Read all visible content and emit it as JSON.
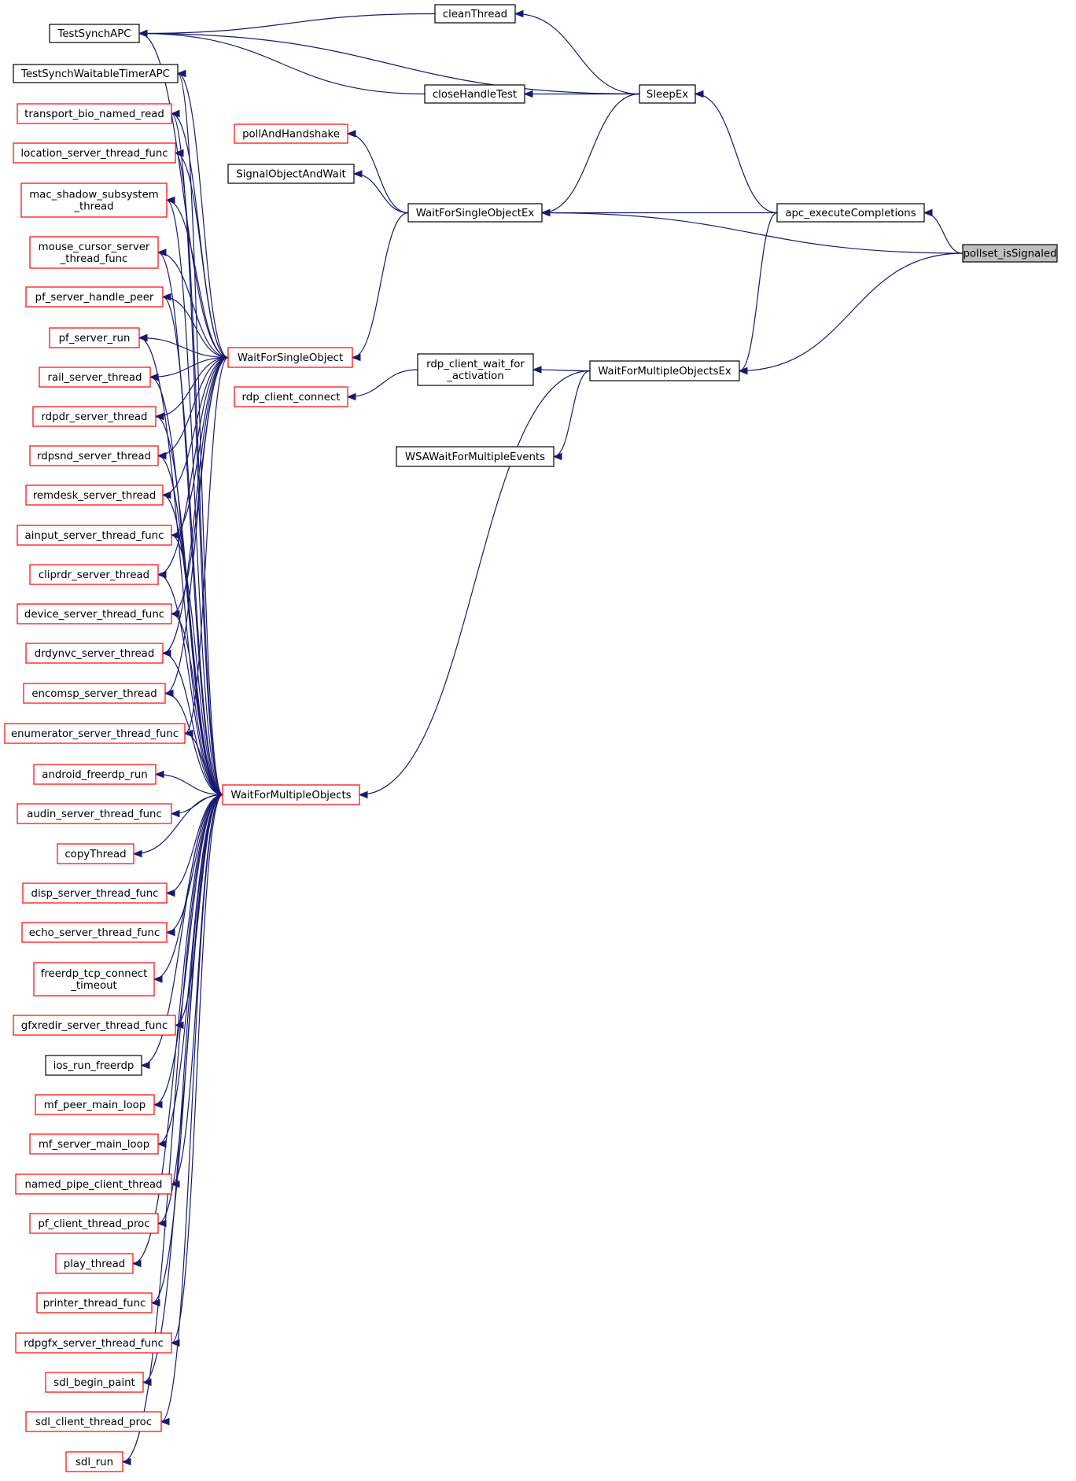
{
  "colors": {
    "edge": "#191970",
    "border_documented": "#000000",
    "border_undocumented": "#ff0000",
    "highlight_fill": "#bfbfbf",
    "node_fill": "#ffffff"
  },
  "nodes": [
    {
      "id": "pollset_isSignaled",
      "label": "pollset_isSignaled",
      "style": "highlight"
    },
    {
      "id": "apc_executeCompletions",
      "label": "apc_executeCompletions",
      "style": "black"
    },
    {
      "id": "SleepEx",
      "label": "SleepEx",
      "style": "black"
    },
    {
      "id": "cleanThread",
      "label": "cleanThread",
      "style": "black"
    },
    {
      "id": "closeHandleTest",
      "label": "closeHandleTest",
      "style": "black"
    },
    {
      "id": "TestSynchAPC",
      "label": "TestSynchAPC",
      "style": "black"
    },
    {
      "id": "TestSynchWaitableTimerAPC",
      "label": "TestSynchWaitableTimerAPC",
      "style": "black"
    },
    {
      "id": "WaitForSingleObjectEx",
      "label": "WaitForSingleObjectEx",
      "style": "black"
    },
    {
      "id": "pollAndHandshake",
      "label": "pollAndHandshake",
      "style": "red"
    },
    {
      "id": "SignalObjectAndWait",
      "label": "SignalObjectAndWait",
      "style": "black"
    },
    {
      "id": "WaitForSingleObject",
      "label": "WaitForSingleObject",
      "style": "red"
    },
    {
      "id": "WaitForMultipleObjectsEx",
      "label": "WaitForMultipleObjectsEx",
      "style": "black"
    },
    {
      "id": "rdp_client_wait_for_activation",
      "label": "rdp_client_wait_for\n_activation",
      "style": "black"
    },
    {
      "id": "rdp_client_connect",
      "label": "rdp_client_connect",
      "style": "red"
    },
    {
      "id": "WSAWaitForMultipleEvents",
      "label": "WSAWaitForMultipleEvents",
      "style": "black"
    },
    {
      "id": "WaitForMultipleObjects",
      "label": "WaitForMultipleObjects",
      "style": "red"
    },
    {
      "id": "transport_bio_named_read",
      "label": "transport_bio_named_read",
      "style": "red"
    },
    {
      "id": "location_server_thread_func",
      "label": "location_server_thread_func",
      "style": "red"
    },
    {
      "id": "mac_shadow_subsystem_thread",
      "label": "mac_shadow_subsystem\n_thread",
      "style": "red"
    },
    {
      "id": "mouse_cursor_server_thread_func",
      "label": "mouse_cursor_server\n_thread_func",
      "style": "red"
    },
    {
      "id": "pf_server_handle_peer",
      "label": "pf_server_handle_peer",
      "style": "red"
    },
    {
      "id": "pf_server_run",
      "label": "pf_server_run",
      "style": "red"
    },
    {
      "id": "rail_server_thread",
      "label": "rail_server_thread",
      "style": "red"
    },
    {
      "id": "rdpdr_server_thread",
      "label": "rdpdr_server_thread",
      "style": "red"
    },
    {
      "id": "rdpsnd_server_thread",
      "label": "rdpsnd_server_thread",
      "style": "red"
    },
    {
      "id": "remdesk_server_thread",
      "label": "remdesk_server_thread",
      "style": "red"
    },
    {
      "id": "ainput_server_thread_func",
      "label": "ainput_server_thread_func",
      "style": "red"
    },
    {
      "id": "cliprdr_server_thread",
      "label": "cliprdr_server_thread",
      "style": "red"
    },
    {
      "id": "device_server_thread_func",
      "label": "device_server_thread_func",
      "style": "red"
    },
    {
      "id": "drdynvc_server_thread",
      "label": "drdynvc_server_thread",
      "style": "red"
    },
    {
      "id": "encomsp_server_thread",
      "label": "encomsp_server_thread",
      "style": "red"
    },
    {
      "id": "enumerator_server_thread_func",
      "label": "enumerator_server_thread_func",
      "style": "red"
    },
    {
      "id": "android_freerdp_run",
      "label": "android_freerdp_run",
      "style": "red"
    },
    {
      "id": "audin_server_thread_func",
      "label": "audin_server_thread_func",
      "style": "red"
    },
    {
      "id": "copyThread",
      "label": "copyThread",
      "style": "red"
    },
    {
      "id": "disp_server_thread_func",
      "label": "disp_server_thread_func",
      "style": "red"
    },
    {
      "id": "echo_server_thread_func",
      "label": "echo_server_thread_func",
      "style": "red"
    },
    {
      "id": "freerdp_tcp_connect_timeout",
      "label": "freerdp_tcp_connect\n_timeout",
      "style": "red"
    },
    {
      "id": "gfxredir_server_thread_func",
      "label": "gfxredir_server_thread_func",
      "style": "red"
    },
    {
      "id": "ios_run_freerdp",
      "label": "ios_run_freerdp",
      "style": "black"
    },
    {
      "id": "mf_peer_main_loop",
      "label": "mf_peer_main_loop",
      "style": "red"
    },
    {
      "id": "mf_server_main_loop",
      "label": "mf_server_main_loop",
      "style": "red"
    },
    {
      "id": "named_pipe_client_thread",
      "label": "named_pipe_client_thread",
      "style": "red"
    },
    {
      "id": "pf_client_thread_proc",
      "label": "pf_client_thread_proc",
      "style": "red"
    },
    {
      "id": "play_thread",
      "label": "play_thread",
      "style": "red"
    },
    {
      "id": "printer_thread_func",
      "label": "printer_thread_func",
      "style": "red"
    },
    {
      "id": "rdpgfx_server_thread_func",
      "label": "rdpgfx_server_thread_func",
      "style": "red"
    },
    {
      "id": "sdl_begin_paint",
      "label": "sdl_begin_paint",
      "style": "red"
    },
    {
      "id": "sdl_client_thread_proc",
      "label": "sdl_client_thread_proc",
      "style": "red"
    },
    {
      "id": "sdl_run",
      "label": "sdl_run",
      "style": "red"
    }
  ],
  "edges": [
    [
      "apc_executeCompletions",
      "pollset_isSignaled"
    ],
    [
      "WaitForSingleObjectEx",
      "pollset_isSignaled"
    ],
    [
      "WaitForMultipleObjectsEx",
      "pollset_isSignaled"
    ],
    [
      "SleepEx",
      "apc_executeCompletions"
    ],
    [
      "WaitForSingleObjectEx",
      "apc_executeCompletions"
    ],
    [
      "WaitForMultipleObjectsEx",
      "apc_executeCompletions"
    ],
    [
      "cleanThread",
      "SleepEx"
    ],
    [
      "closeHandleTest",
      "SleepEx"
    ],
    [
      "TestSynchAPC",
      "SleepEx"
    ],
    [
      "WaitForSingleObjectEx",
      "SleepEx"
    ],
    [
      "TestSynchAPC",
      "cleanThread"
    ],
    [
      "TestSynchAPC",
      "closeHandleTest"
    ],
    [
      "pollAndHandshake",
      "WaitForSingleObjectEx"
    ],
    [
      "SignalObjectAndWait",
      "WaitForSingleObjectEx"
    ],
    [
      "WaitForSingleObject",
      "WaitForSingleObjectEx"
    ],
    [
      "rdp_client_wait_for_activation",
      "WaitForMultipleObjectsEx"
    ],
    [
      "WSAWaitForMultipleEvents",
      "WaitForMultipleObjectsEx"
    ],
    [
      "WaitForMultipleObjects",
      "WaitForMultipleObjectsEx"
    ],
    [
      "rdp_client_connect",
      "rdp_client_wait_for_activation"
    ],
    [
      "TestSynchAPC",
      "WaitForSingleObject"
    ],
    [
      "TestSynchWaitableTimerAPC",
      "WaitForSingleObject"
    ],
    [
      "transport_bio_named_read",
      "WaitForSingleObject"
    ],
    [
      "location_server_thread_func",
      "WaitForSingleObject"
    ],
    [
      "mac_shadow_subsystem_thread",
      "WaitForSingleObject"
    ],
    [
      "mouse_cursor_server_thread_func",
      "WaitForSingleObject"
    ],
    [
      "pf_server_handle_peer",
      "WaitForSingleObject"
    ],
    [
      "pf_server_run",
      "WaitForSingleObject"
    ],
    [
      "rail_server_thread",
      "WaitForSingleObject"
    ],
    [
      "rdpdr_server_thread",
      "WaitForSingleObject"
    ],
    [
      "rdpsnd_server_thread",
      "WaitForSingleObject"
    ],
    [
      "remdesk_server_thread",
      "WaitForSingleObject"
    ],
    [
      "ainput_server_thread_func",
      "WaitForSingleObject"
    ],
    [
      "cliprdr_server_thread",
      "WaitForSingleObject"
    ],
    [
      "device_server_thread_func",
      "WaitForSingleObject"
    ],
    [
      "drdynvc_server_thread",
      "WaitForSingleObject"
    ],
    [
      "encomsp_server_thread",
      "WaitForSingleObject"
    ],
    [
      "enumerator_server_thread_func",
      "WaitForSingleObject"
    ],
    [
      "TestSynchWaitableTimerAPC",
      "WaitForMultipleObjects"
    ],
    [
      "transport_bio_named_read",
      "WaitForMultipleObjects"
    ],
    [
      "location_server_thread_func",
      "WaitForMultipleObjects"
    ],
    [
      "mac_shadow_subsystem_thread",
      "WaitForMultipleObjects"
    ],
    [
      "mouse_cursor_server_thread_func",
      "WaitForMultipleObjects"
    ],
    [
      "pf_server_handle_peer",
      "WaitForMultipleObjects"
    ],
    [
      "pf_server_run",
      "WaitForMultipleObjects"
    ],
    [
      "rail_server_thread",
      "WaitForMultipleObjects"
    ],
    [
      "rdpdr_server_thread",
      "WaitForMultipleObjects"
    ],
    [
      "rdpsnd_server_thread",
      "WaitForMultipleObjects"
    ],
    [
      "remdesk_server_thread",
      "WaitForMultipleObjects"
    ],
    [
      "ainput_server_thread_func",
      "WaitForMultipleObjects"
    ],
    [
      "cliprdr_server_thread",
      "WaitForMultipleObjects"
    ],
    [
      "device_server_thread_func",
      "WaitForMultipleObjects"
    ],
    [
      "drdynvc_server_thread",
      "WaitForMultipleObjects"
    ],
    [
      "encomsp_server_thread",
      "WaitForMultipleObjects"
    ],
    [
      "enumerator_server_thread_func",
      "WaitForMultipleObjects"
    ],
    [
      "android_freerdp_run",
      "WaitForMultipleObjects"
    ],
    [
      "audin_server_thread_func",
      "WaitForMultipleObjects"
    ],
    [
      "copyThread",
      "WaitForMultipleObjects"
    ],
    [
      "disp_server_thread_func",
      "WaitForMultipleObjects"
    ],
    [
      "echo_server_thread_func",
      "WaitForMultipleObjects"
    ],
    [
      "freerdp_tcp_connect_timeout",
      "WaitForMultipleObjects"
    ],
    [
      "gfxredir_server_thread_func",
      "WaitForMultipleObjects"
    ],
    [
      "ios_run_freerdp",
      "WaitForMultipleObjects"
    ],
    [
      "mf_peer_main_loop",
      "WaitForMultipleObjects"
    ],
    [
      "mf_server_main_loop",
      "WaitForMultipleObjects"
    ],
    [
      "named_pipe_client_thread",
      "WaitForMultipleObjects"
    ],
    [
      "pf_client_thread_proc",
      "WaitForMultipleObjects"
    ],
    [
      "play_thread",
      "WaitForMultipleObjects"
    ],
    [
      "printer_thread_func",
      "WaitForMultipleObjects"
    ],
    [
      "rdpgfx_server_thread_func",
      "WaitForMultipleObjects"
    ],
    [
      "sdl_begin_paint",
      "WaitForMultipleObjects"
    ],
    [
      "sdl_client_thread_proc",
      "WaitForMultipleObjects"
    ],
    [
      "sdl_run",
      "WaitForMultipleObjects"
    ]
  ]
}
